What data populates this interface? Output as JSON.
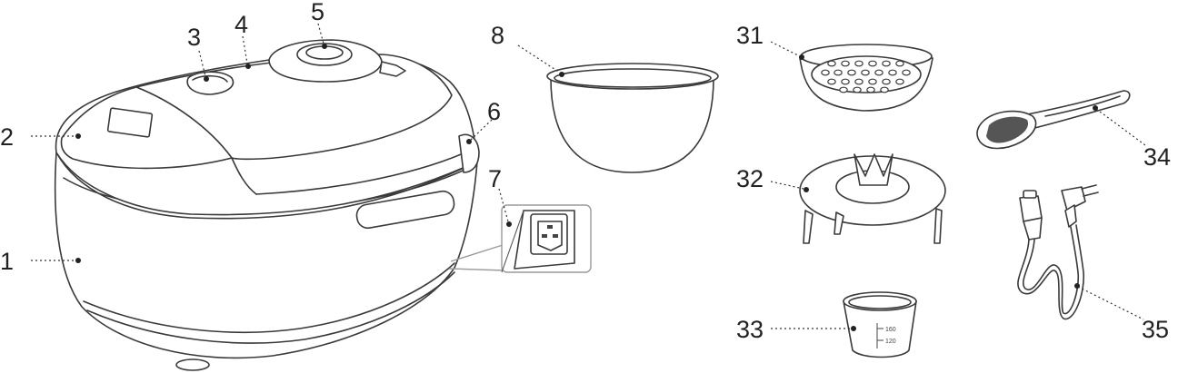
{
  "callouts": {
    "c1": "1",
    "c2": "2",
    "c3": "3",
    "c4": "4",
    "c5": "5",
    "c6": "6",
    "c7": "7",
    "c8": "8",
    "c31": "31",
    "c32": "32",
    "c33": "33",
    "c34": "34",
    "c35": "35"
  },
  "measuring_cup": {
    "mark_upper": "160",
    "mark_lower": "120"
  },
  "colors": {
    "line": "#3a3a3a",
    "background": "#ffffff"
  }
}
